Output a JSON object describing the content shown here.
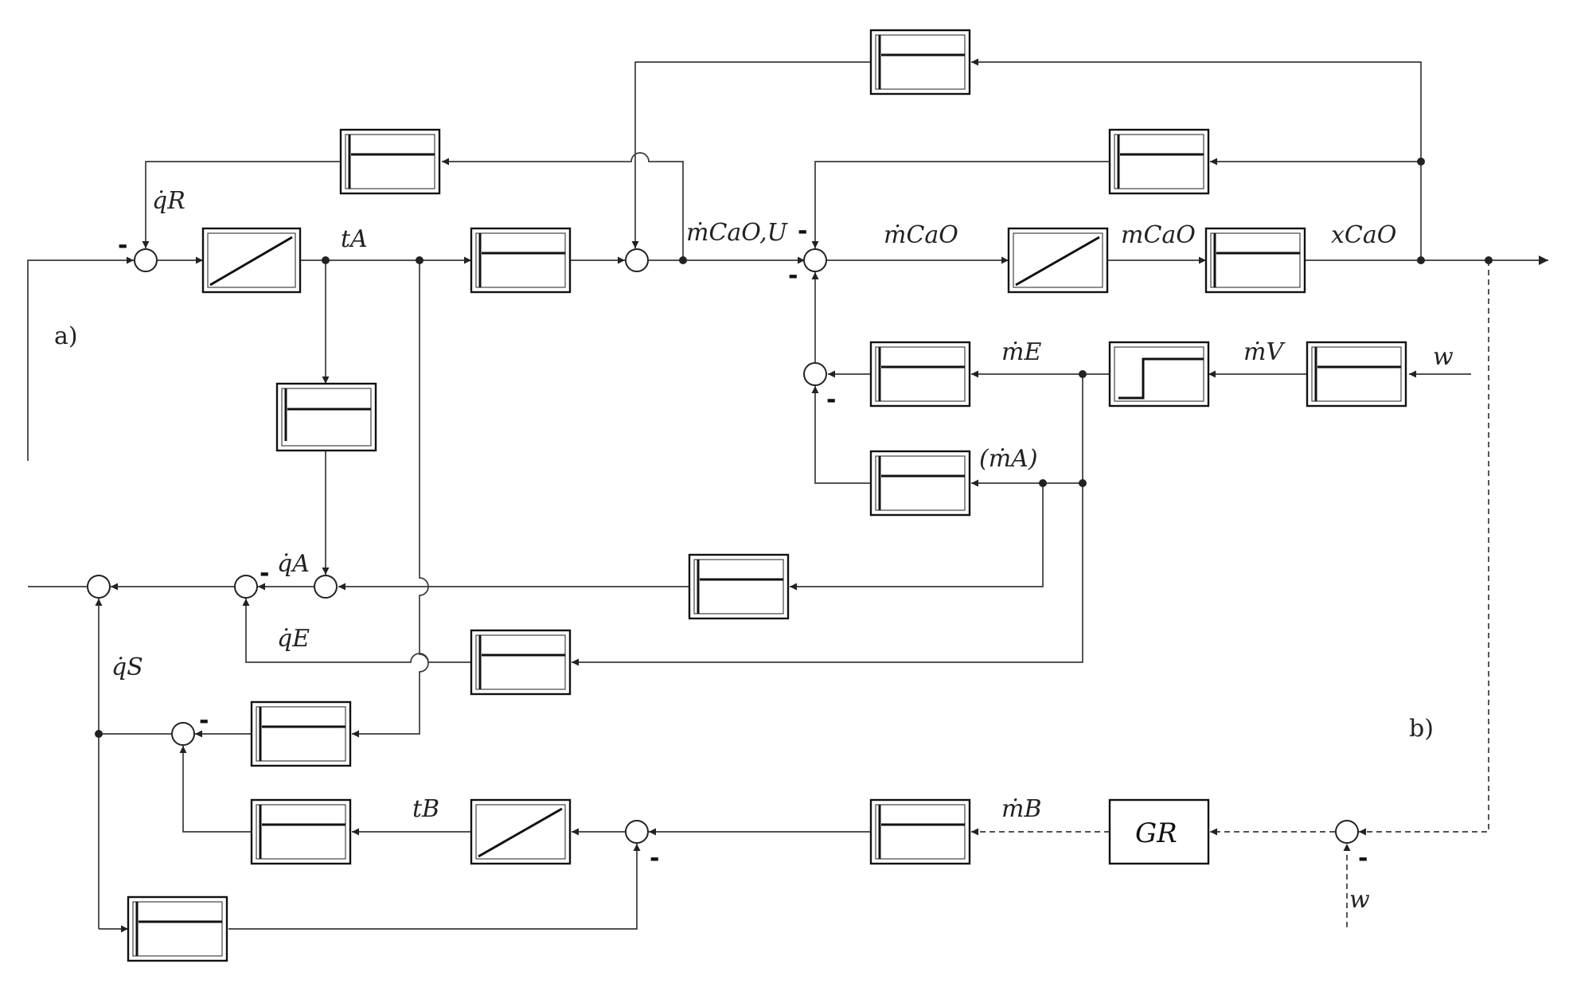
{
  "labels": {
    "qR": "q̇R",
    "tA": "tA",
    "mCaOU": "ṁCaO,U",
    "mCaO_rate": "ṁCaO",
    "mCaO": "mCaO",
    "xCaO": "xCaO",
    "mE": "ṁE",
    "mV": "ṁV",
    "w_top": "w",
    "mA": "(ṁA)",
    "qA": "q̇A",
    "qE": "q̇E",
    "qS": "q̇S",
    "tB": "tB",
    "mB": "ṁB",
    "GR": "GR",
    "w_bottom": "w",
    "part_a": "a)",
    "part_b": "b)",
    "minus": "-"
  }
}
